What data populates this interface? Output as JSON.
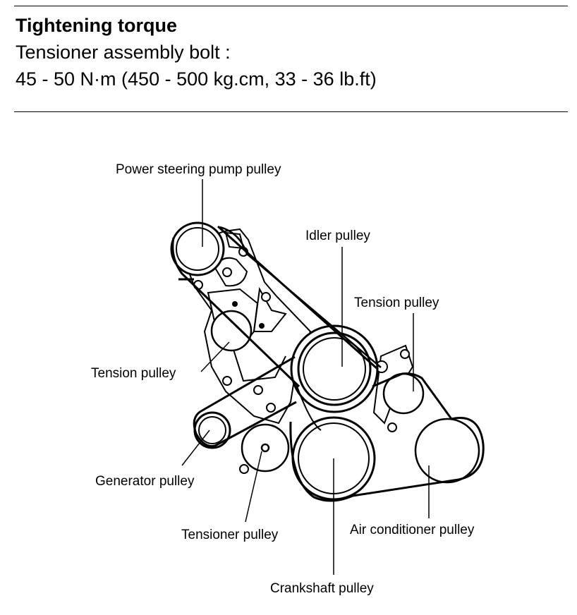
{
  "spec": {
    "title": "Tightening torque",
    "line1": "Tensioner assembly bolt :",
    "line2": "45 - 50 N·m (450 - 500 kg.cm, 33 - 36 lb.ft)"
  },
  "labels": {
    "power_steering": "Power steering pump pulley",
    "idler": "Idler pulley",
    "tension_right": "Tension pulley",
    "tension_left": "Tension pulley",
    "generator": "Generator pulley",
    "tensioner": "Tensioner pulley",
    "air_conditioner": "Air conditioner pulley",
    "crankshaft": "Crankshaft pulley"
  }
}
